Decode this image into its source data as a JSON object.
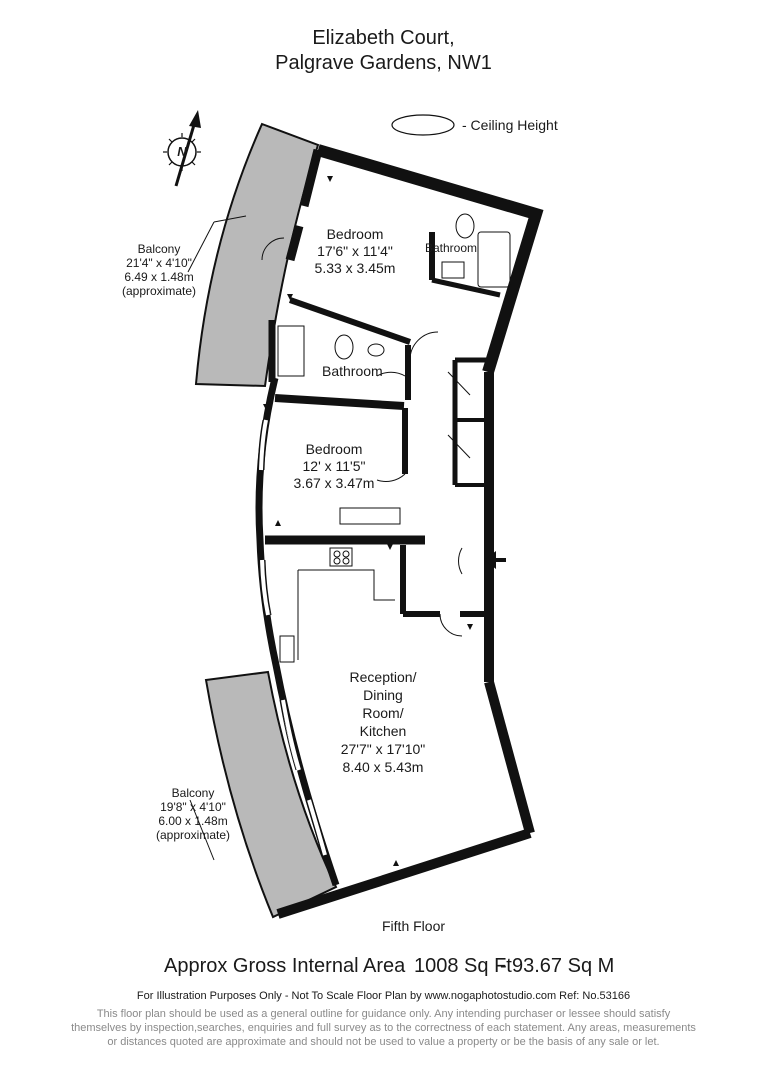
{
  "header": {
    "title_line1": "Elizabeth Court,",
    "title_line2": "Palgrave Gardens, NW1"
  },
  "legend": {
    "ceiling_height_label": "- Ceiling Height"
  },
  "compass": {
    "letter": "N"
  },
  "rooms": {
    "bedroom1": {
      "name": "Bedroom",
      "imperial": "17'6\" x 11'4\"",
      "metric": "5.33 x 3.45m"
    },
    "ensuite": {
      "name": "Bathroom"
    },
    "bathroom": {
      "name": "Bathroom"
    },
    "bedroom2": {
      "name": "Bedroom",
      "imperial": "12' x 11'5\"",
      "metric": "3.67 x 3.47m"
    },
    "reception": {
      "line1": "Reception/",
      "line2": "Dining",
      "line3": "Room/",
      "line4": "Kitchen",
      "imperial": "27'7\" x 17'10\"",
      "metric": "8.40 x 5.43m"
    }
  },
  "balconies": {
    "upper": {
      "name": "Balcony",
      "imperial": "21'4\" x 4'10\"",
      "metric": "6.49 x 1.48m",
      "note": "(approximate)"
    },
    "lower": {
      "name": "Balcony",
      "imperial": "19'8\" x 4'10\"",
      "metric": "6.00 x 1.48m",
      "note": "(approximate)"
    }
  },
  "floor_label": "Fifth Floor",
  "area": {
    "label": "Approx Gross Internal Area",
    "sq_ft": "1008 Sq Ft",
    "separator": "-",
    "sq_m": "93.67 Sq M"
  },
  "illustration_note": "For Illustration Purposes Only - Not To Scale  Floor Plan by www.nogaphotostudio.com  Ref: No.53166",
  "disclaimer": {
    "line1": "This floor plan should be used as a general outline for guidance only. Any intending purchaser or lessee should satisfy",
    "line2": "themselves by inspection,searches, enquiries and full survey as to the correctness of each statement. Any areas, measurements",
    "line3": "or distances quoted are approximate and should not be used to value a property or be the basis of any sale or let."
  },
  "colors": {
    "wall": "#111111",
    "balcony_fill": "#b9b9b9",
    "disclaimer_text": "#8a8a8a"
  }
}
